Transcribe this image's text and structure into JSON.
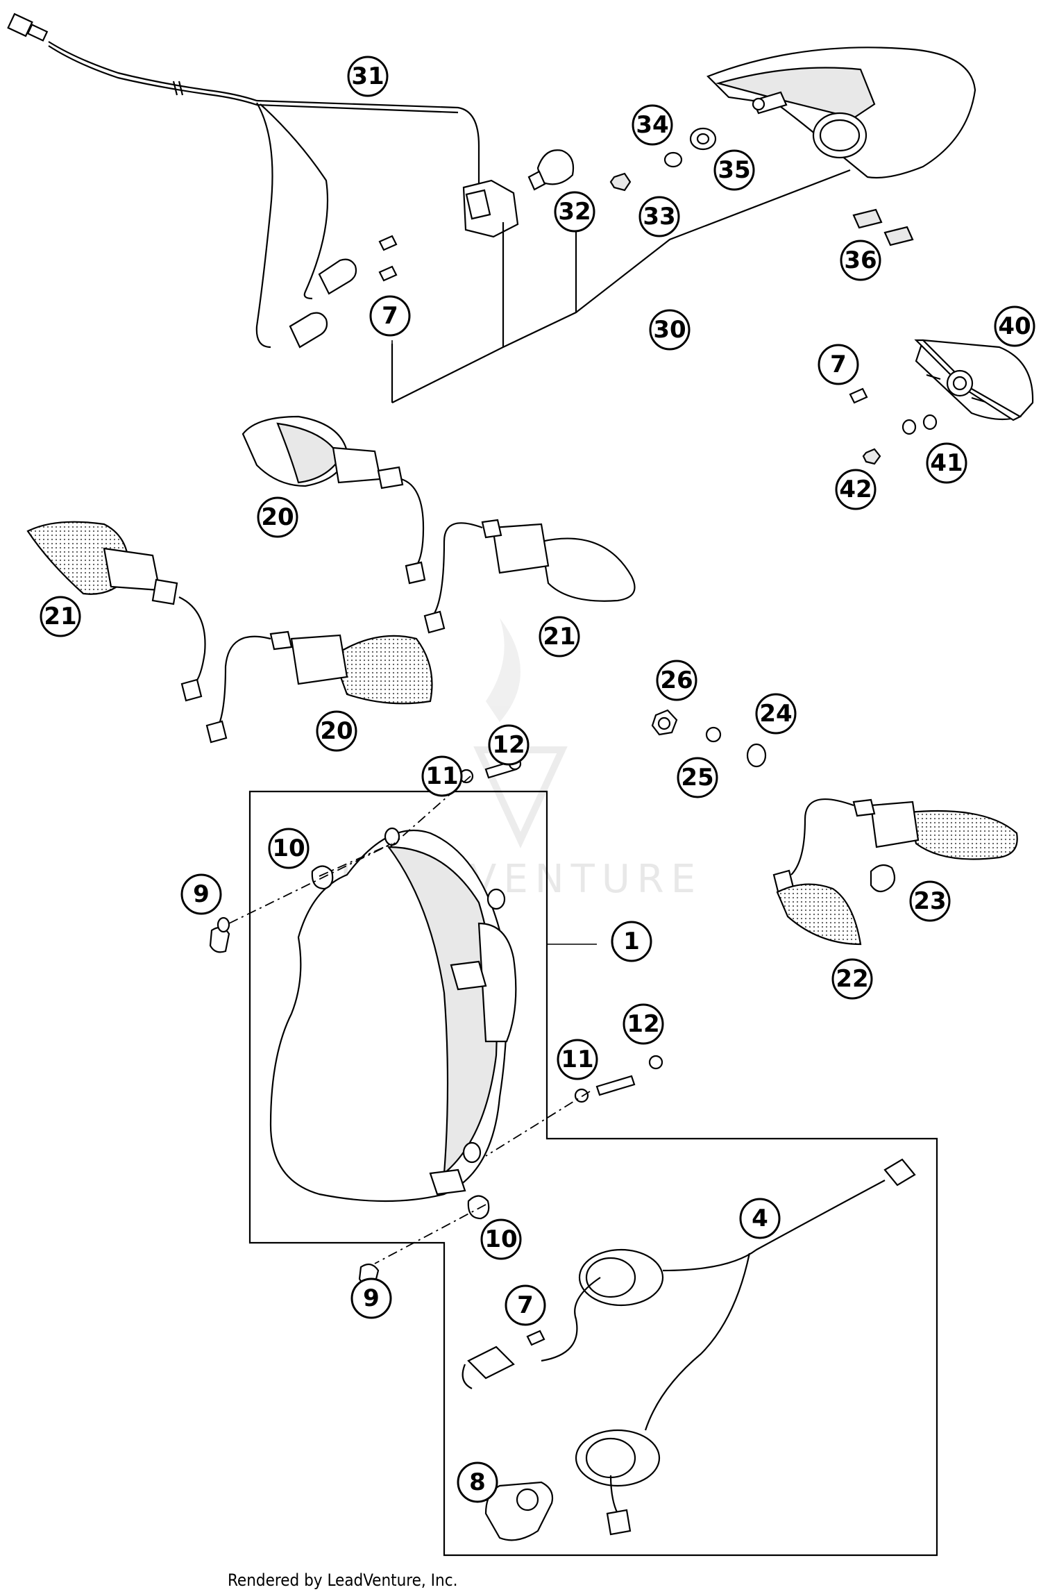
{
  "footer": {
    "text": "Rendered by LeadVenture, Inc."
  },
  "watermark": {
    "text": "LEADVENTURE"
  },
  "callouts": [
    {
      "id": "31",
      "label": "31"
    },
    {
      "id": "34",
      "label": "34"
    },
    {
      "id": "35",
      "label": "35"
    },
    {
      "id": "32",
      "label": "32"
    },
    {
      "id": "33",
      "label": "33"
    },
    {
      "id": "36",
      "label": "36"
    },
    {
      "id": "7a",
      "label": "7"
    },
    {
      "id": "30",
      "label": "30"
    },
    {
      "id": "40",
      "label": "40"
    },
    {
      "id": "7b",
      "label": "7"
    },
    {
      "id": "41",
      "label": "41"
    },
    {
      "id": "42",
      "label": "42"
    },
    {
      "id": "20a",
      "label": "20"
    },
    {
      "id": "21a",
      "label": "21"
    },
    {
      "id": "21b",
      "label": "21"
    },
    {
      "id": "20b",
      "label": "20"
    },
    {
      "id": "26",
      "label": "26"
    },
    {
      "id": "24",
      "label": "24"
    },
    {
      "id": "25",
      "label": "25"
    },
    {
      "id": "12a",
      "label": "12"
    },
    {
      "id": "11a",
      "label": "11"
    },
    {
      "id": "10a",
      "label": "10"
    },
    {
      "id": "9a",
      "label": "9"
    },
    {
      "id": "1",
      "label": "1"
    },
    {
      "id": "23",
      "label": "23"
    },
    {
      "id": "22",
      "label": "22"
    },
    {
      "id": "12b",
      "label": "12"
    },
    {
      "id": "11b",
      "label": "11"
    },
    {
      "id": "10b",
      "label": "10"
    },
    {
      "id": "4",
      "label": "4"
    },
    {
      "id": "9b",
      "label": "9"
    },
    {
      "id": "7c",
      "label": "7"
    },
    {
      "id": "8",
      "label": "8"
    }
  ]
}
